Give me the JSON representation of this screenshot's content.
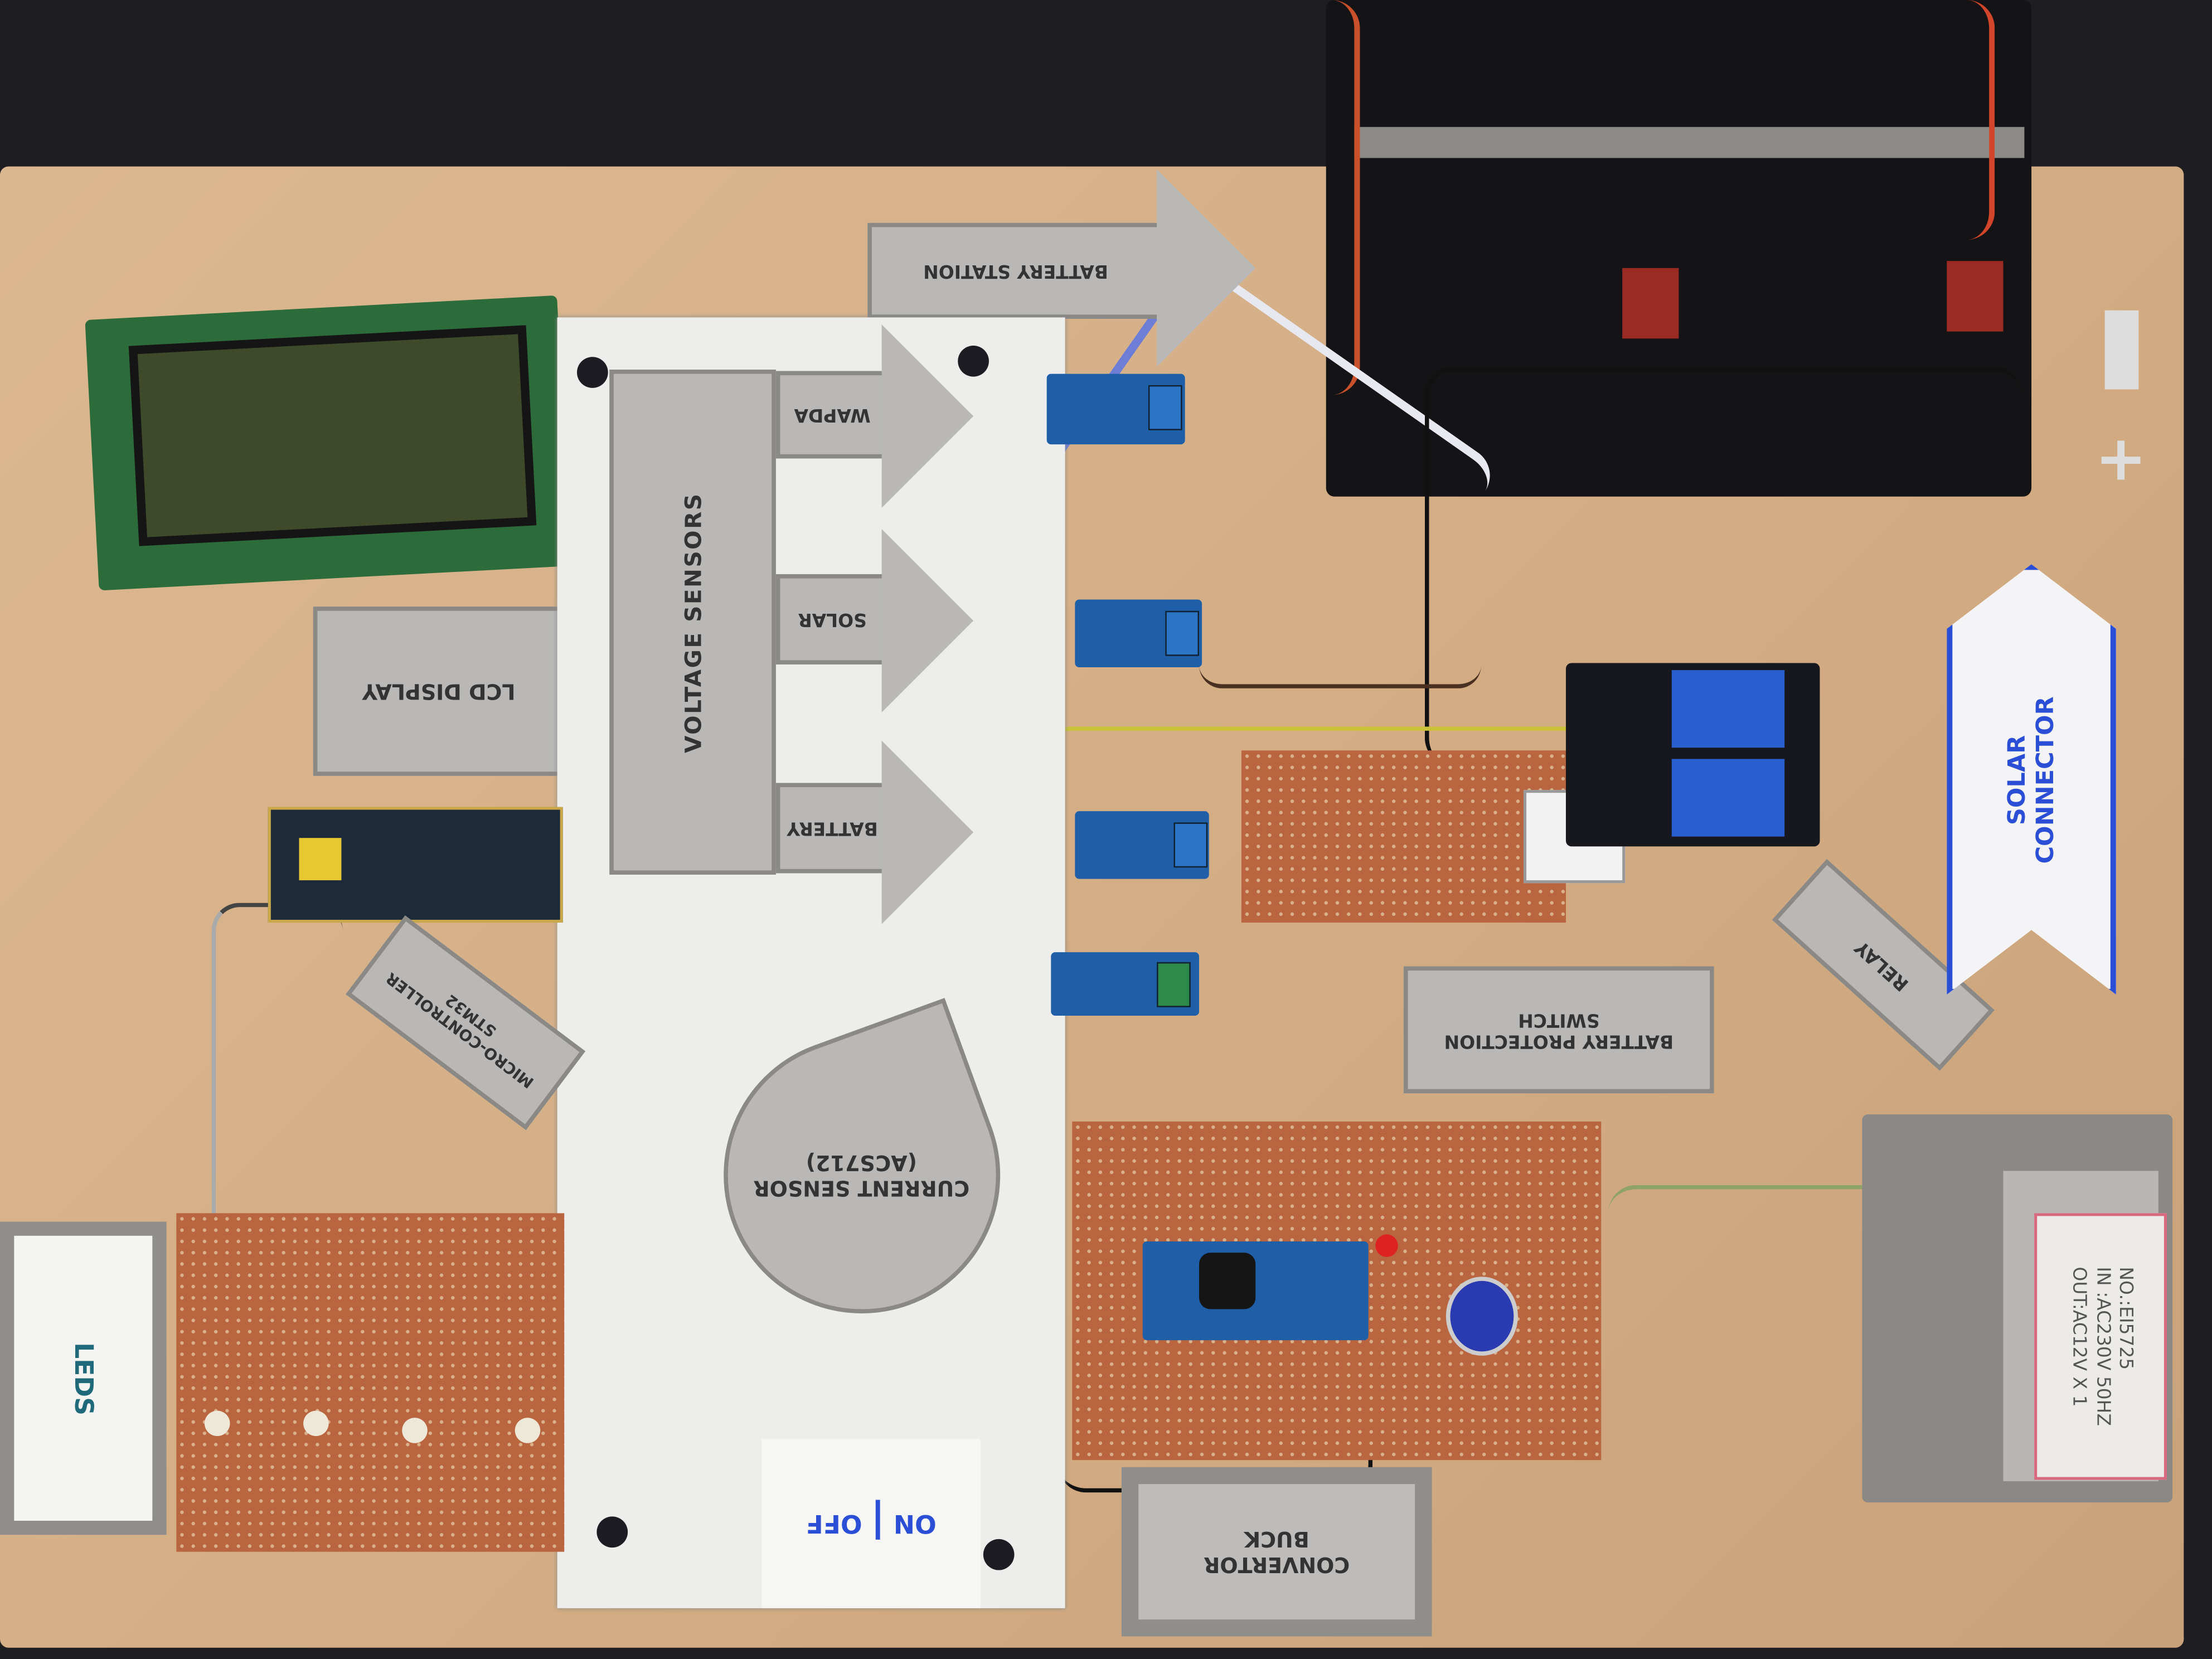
{
  "labels": {
    "battery_station": "BATTERY STATION",
    "lcd_display": "LCD DISPLAY",
    "voltage_sensors": "VOLTAGE SENSORS",
    "wapda": "WAPDA",
    "solar": "SOLAR",
    "battery": "BATTERY",
    "current_sensor": "CURRENT SENSOR",
    "current_sensor_model": "(ACS712)",
    "micro_controller": "MICRO-CONTROLLER",
    "stm32": "STM32",
    "leds": "LEDS",
    "battery_protection": "BATTERY PROTECTION",
    "switch": "SWITCH",
    "relay": "RELAY",
    "solar_connector_1": "SOLAR",
    "solar_connector_2": "CONNECTOR",
    "buck_1": "BUCK",
    "buck_2": "CONVERTOR",
    "on": "ON",
    "off": "OFF",
    "plus": "+",
    "minus": "-"
  },
  "transformer": {
    "line1": "NO.:EI5725",
    "line2": "IN :AC230V 50HZ",
    "line3": "OUT:AC12V X 1"
  },
  "colors": {
    "wood": "#d6b089",
    "solar_blue": "#2a4fd6",
    "pcb_green": "#2c6b3a"
  }
}
